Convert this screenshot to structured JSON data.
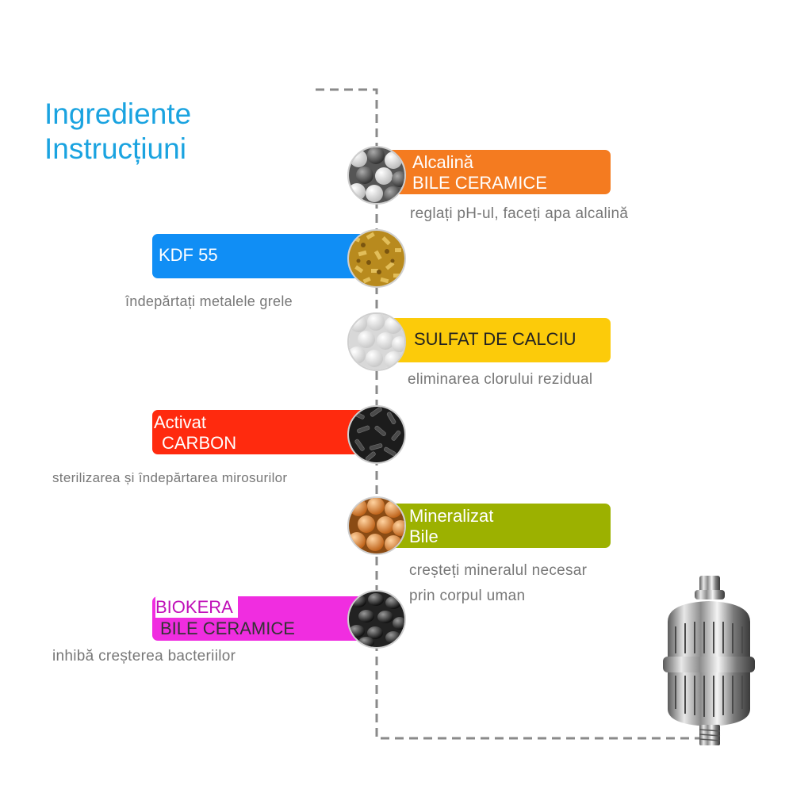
{
  "heading": {
    "line1": "Ingrediente",
    "line2": "Instrucțiuni"
  },
  "items": [
    {
      "line1": "Alcalină",
      "line2": "BILE CERAMICE",
      "desc": "reglați pH-ul, faceți apa alcalină",
      "color": "#f47b20",
      "icon": "white-gray-ceramic-balls-icon"
    },
    {
      "line1": "KDF 55",
      "line2": "",
      "desc": "îndepărtați metalele grele",
      "color": "#108ef5",
      "icon": "kdf-granules-icon"
    },
    {
      "line1": "SULFAT DE CALCIU",
      "line2": "",
      "desc": "eliminarea clorului rezidual",
      "color": "#fccb0a",
      "icon": "white-calcium-balls-icon"
    },
    {
      "line1": "Activat",
      "line2": "CARBON",
      "desc": "sterilizarea și îndepărtarea mirosurilor",
      "color": "#ff2a0e",
      "icon": "activated-carbon-icon"
    },
    {
      "line1": "Mineralizat",
      "line2": "Bile",
      "desc": "creșteți mineralul necesar",
      "desc2": "prin corpul uman",
      "color": "#9cb100",
      "icon": "mineral-balls-icon"
    },
    {
      "line1": "BIOKERA",
      "line2": "BILE CERAMICE",
      "desc": "inhibă creșterea bacteriilor",
      "color": "#f02de0",
      "icon": "black-biokera-balls-icon"
    }
  ]
}
